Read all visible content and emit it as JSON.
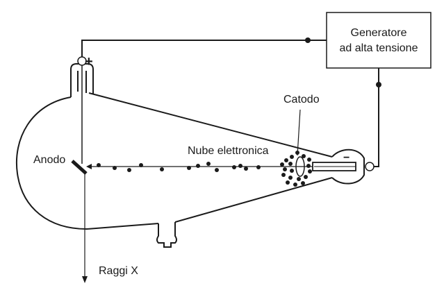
{
  "generator": {
    "line1": "Generatore",
    "line2": "ad alta tensione"
  },
  "labels": {
    "anode": "Anodo",
    "cathode": "Catodo",
    "electron_cloud": "Nube elettronica",
    "xrays": "Raggi X",
    "plus_sign": "+",
    "minus_sign": "−"
  },
  "colors": {
    "line": "#1a1a1a",
    "background": "#ffffff"
  }
}
